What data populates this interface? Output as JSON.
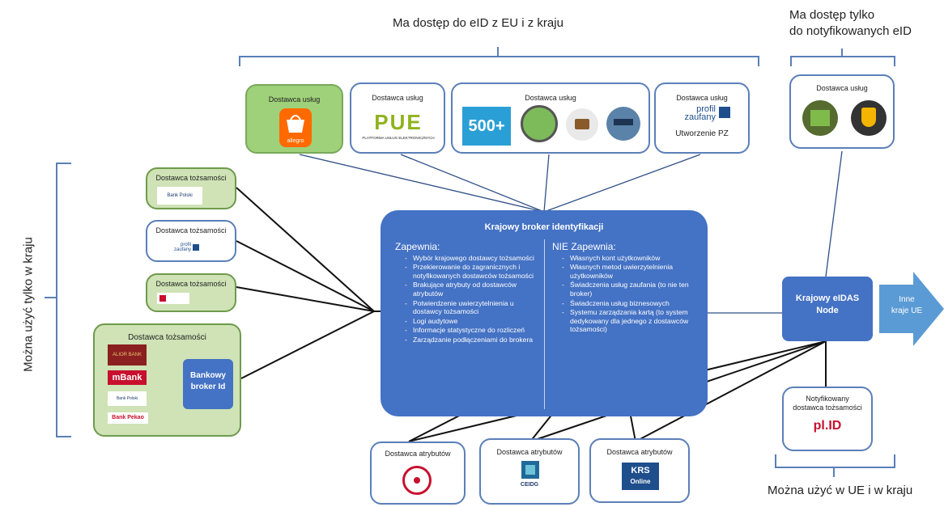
{
  "headings": {
    "top_center": "Ma dostęp do eID z EU i z kraju",
    "top_right_line1": "Ma dostęp tylko",
    "top_right_line2": "do notyfikowanych eID",
    "left_vertical": "Można użyć tylko w kraju",
    "bottom_right": "Można użyć w UE i w kraju"
  },
  "service_providers": [
    {
      "label": "Dostawca usług",
      "logo": "allegro"
    },
    {
      "label": "Dostawca usług",
      "logo": "PUE",
      "sublabel": "PLATFORMA USŁUG ELEKTRONICZNYCH"
    },
    {
      "label": "Dostawca usług",
      "logo": "500+"
    },
    {
      "label": "Dostawca usług",
      "logo_line1": "profil",
      "logo_line2": "zaufany",
      "caption": "Utworzenie PZ"
    }
  ],
  "notified_service_provider": {
    "label": "Dostawca usług"
  },
  "identity_providers": [
    {
      "label": "Dostawca tożsamości",
      "logo": "Bank Polski"
    },
    {
      "label": "Dostawca tożsamości",
      "logo_line1": "profil",
      "logo_line2": "zaufany"
    },
    {
      "label": "Dostawca tożsamości"
    },
    {
      "label": "Dostawca tożsamości",
      "banks": [
        "ALIOR BANK",
        "mBank",
        "Bank Polski",
        "Bank Pekao"
      ],
      "inner": "Bankowy broker Id"
    }
  ],
  "broker": {
    "title": "Krajowy broker identyfikacji",
    "provides_title": "Zapewnia:",
    "provides": [
      "Wybór krajowego dostawcy tożsamości",
      "Przekierowanie do zagranicznych i notyfikowanych dostawców tożsamości",
      "Brakujące atrybuty od dostawców atrybutów",
      "Potwierdzenie uwierzytelnienia u dostawcy tożsamości",
      "Logi audytowe",
      "Informacje statystyczne do rozliczeń",
      "Zarządzanie podłączeniami do brokera"
    ],
    "not_provides_title": "NIE Zapewnia:",
    "not_provides": [
      "Własnych kont użytkowników",
      "Własnych metod uwierzytelnienia użytkowników",
      "Świadczenia usług zaufania (to nie ten broker)",
      "Świadczenia usług biznesowych",
      "Systemu zarządzania kartą (to system dedykowany dla jednego z dostawców tożsamości)"
    ]
  },
  "eidas_node": {
    "line1": "Krajowy eIDAS",
    "line2": "Node"
  },
  "other_countries": {
    "line1": "Inne",
    "line2": "kraje UE"
  },
  "notified_idp": {
    "line1": "Notyfikowany",
    "line2": "dostawca tożsamości",
    "logo": "pl.ID"
  },
  "attribute_providers": [
    {
      "label": "Dostawca atrybutów"
    },
    {
      "label": "Dostawca atrybutów",
      "logo": "CEIDG"
    },
    {
      "label": "Dostawca atrybutów",
      "logo_line1": "KRS",
      "logo_line2": "Online"
    }
  ],
  "colors": {
    "broker": "#4472c4",
    "border": "#5b7fb8",
    "green": "#cfe3b6",
    "arrow": "#5b9bd5"
  }
}
